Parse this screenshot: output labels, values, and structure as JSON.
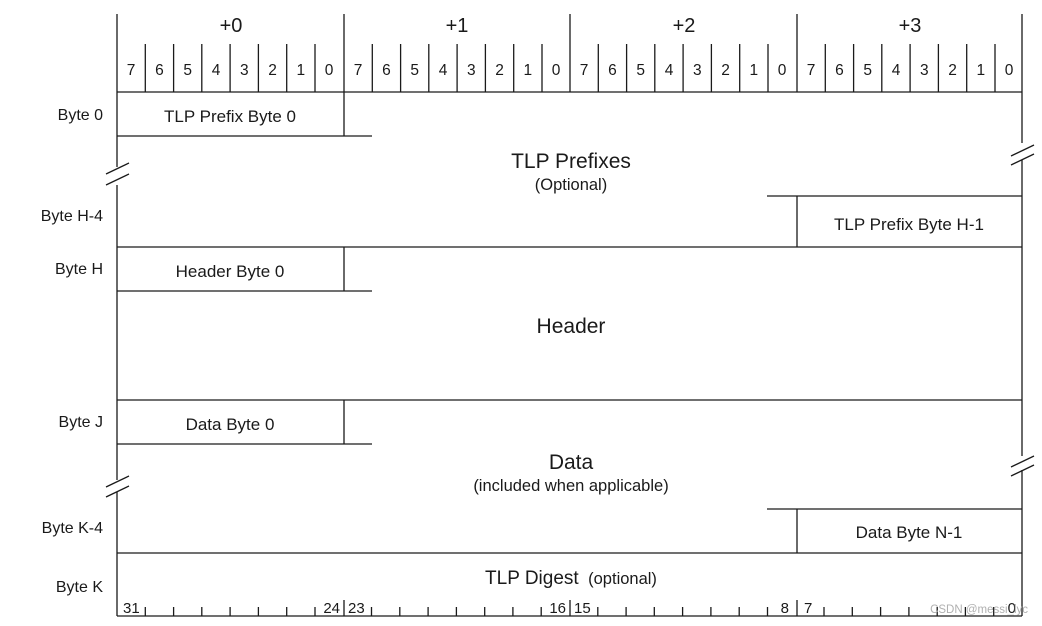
{
  "byte_headers": [
    "+0",
    "+1",
    "+2",
    "+3"
  ],
  "bit_numbers": [
    "7",
    "6",
    "5",
    "4",
    "3",
    "2",
    "1",
    "0"
  ],
  "row_labels": {
    "byte_0": "Byte 0",
    "byte_h_4": "Byte H-4",
    "byte_h": "Byte H",
    "byte_j": "Byte J",
    "byte_k_4": "Byte K-4",
    "byte_k": "Byte K"
  },
  "cells": {
    "tlp_prefix_byte_0": "TLP Prefix Byte 0",
    "tlp_prefixes": "TLP Prefixes",
    "tlp_prefixes_note": "(Optional)",
    "tlp_prefix_byte_h_1": "TLP Prefix Byte H-1",
    "header_byte_0": "Header Byte 0",
    "header": "Header",
    "data_byte_0": "Data Byte 0",
    "data": "Data",
    "data_note": "(included when applicable)",
    "data_byte_n_1": "Data Byte N-1",
    "tlp_digest": "TLP Digest",
    "tlp_digest_note": "(optional)"
  },
  "digest_bit_labels": [
    "31",
    "24",
    "23",
    "16",
    "15",
    "8",
    "7",
    "0"
  ],
  "watermark": "CSDN @messi_lyc"
}
